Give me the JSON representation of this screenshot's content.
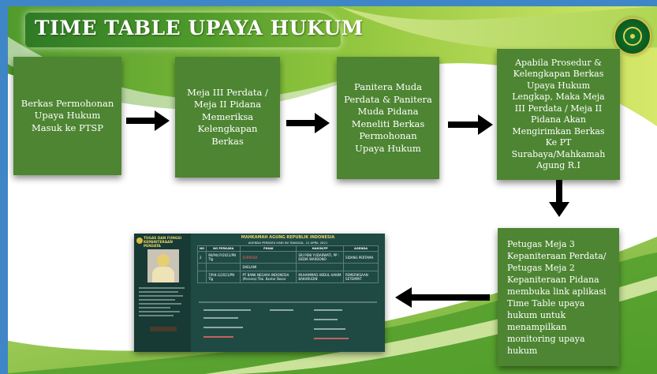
{
  "title": "TIME TABLE UPAYA HUKUM",
  "logo_icon": "court-emblem-icon",
  "colors": {
    "box_green": "#4d8532",
    "title_green": "#3c8a28",
    "frame_blue": "#3f86c6",
    "arrow_black": "#000000"
  },
  "steps": [
    {
      "lines": [
        "Berkas Permohonan",
        "Upaya Hukum",
        "Masuk ke PTSP"
      ]
    },
    {
      "lines": [
        "Meja III Perdata /",
        "Meja II Pidana",
        "Memeriksa",
        "Kelengkapan",
        "Berkas"
      ]
    },
    {
      "lines": [
        "Panitera Muda",
        "Perdata & Panitera",
        "Muda Pidana",
        "Meneliti Berkas",
        "Permohonan",
        "Upaya Hukum"
      ]
    },
    {
      "lines": [
        "Apabila Prosedur &",
        "Kelengkapan Berkas",
        "Upaya Hukum",
        "Lengkap, Maka Meja",
        "III Perdata / Meja II",
        "Pidana Akan",
        "Mengirimkan Berkas",
        "Ke PT",
        "Surabaya/Mahkamah",
        "Agung R.I"
      ]
    },
    {
      "lines": [
        "Petugas Meja 3",
        "Kepaniteraan Perdata/",
        "Petugas Meja 2",
        "Kepaniteraan Pidana",
        "membuka link aplikasi",
        "Time Table upaya",
        "hukum untuk",
        "menampilkan",
        "monitoring upaya",
        "hukum"
      ]
    }
  ],
  "screenshot": {
    "header": "MAHKAMAH AGUNG REPUBLIK INDONESIA",
    "subheader": "AGENDA PERDATA HARI INI TANGGAL, 12 APRIL 2021",
    "sidebar_title": "TUGAS DAN FUNGSI KEPANITERAAN PERDATA",
    "columns": [
      "NO",
      "NO PERKARA",
      "PIHAK",
      "HAKIM/PP",
      "AGENDA"
    ],
    "rows": [
      {
        "no": "2",
        "perkara": "96/Pdt.P/2021/PN Tlg",
        "pihak": "SUPRIADI",
        "hakim": "SRI PENI YUDARWATI, PP : DEDIK WARDONO",
        "agenda": "SIDANG PERTAMA"
      },
      {
        "no": "",
        "perkara": "",
        "pihak": "DAELAMI",
        "hakim": "",
        "agenda": ""
      },
      {
        "no": "",
        "perkara": "7/Pdt.G/2021/PN Tlg",
        "pihak": "PT BANK NEGARA INDONESIA (Persero) Tbk. Kantor Besar",
        "hakim": "MUHAMMAD ABDUL HAKIM BAKHRUDIN",
        "agenda": "PEMERIKSAAN SETEMPAT"
      }
    ]
  }
}
